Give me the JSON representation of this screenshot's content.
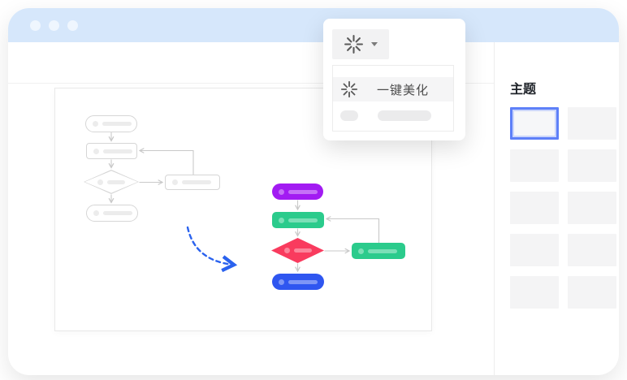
{
  "window": {
    "header": {
      "dot_count": 3
    }
  },
  "beautify": {
    "button": {
      "icon": "sparkle-burst-icon",
      "caret": "caret-down-icon"
    },
    "menu": {
      "items": [
        {
          "icon": "sparkle-burst-icon",
          "label": "一键美化",
          "highlighted": true
        }
      ]
    }
  },
  "sidebar": {
    "title": "主题",
    "theme_count": 10,
    "selected_index": 0
  },
  "canvas": {
    "before_flowchart": {
      "style": "plain-grey",
      "nodes": [
        {
          "type": "stadium"
        },
        {
          "type": "rect"
        },
        {
          "type": "diamond"
        },
        {
          "type": "rect"
        },
        {
          "type": "stadium"
        }
      ]
    },
    "after_flowchart": {
      "style": "colored",
      "nodes": [
        {
          "type": "stadium",
          "color": "#A21BF2"
        },
        {
          "type": "rect",
          "color": "#2BCB8C"
        },
        {
          "type": "diamond",
          "color": "#F93B5E"
        },
        {
          "type": "rect",
          "color": "#2BCB8C"
        },
        {
          "type": "stadium",
          "color": "#2F56F0"
        }
      ]
    }
  },
  "colors": {
    "header_bg": "#D6E7FB",
    "accent_blue": "#5E80F8",
    "dashed_arrow_blue": "#2A62EE",
    "connector_grey": "#C9C9C9",
    "node_border_grey": "#D6D6D6",
    "node_purple": "#A21BF2",
    "node_green": "#2BCB8C",
    "node_red": "#F93B5E",
    "node_blue": "#2F56F0"
  }
}
